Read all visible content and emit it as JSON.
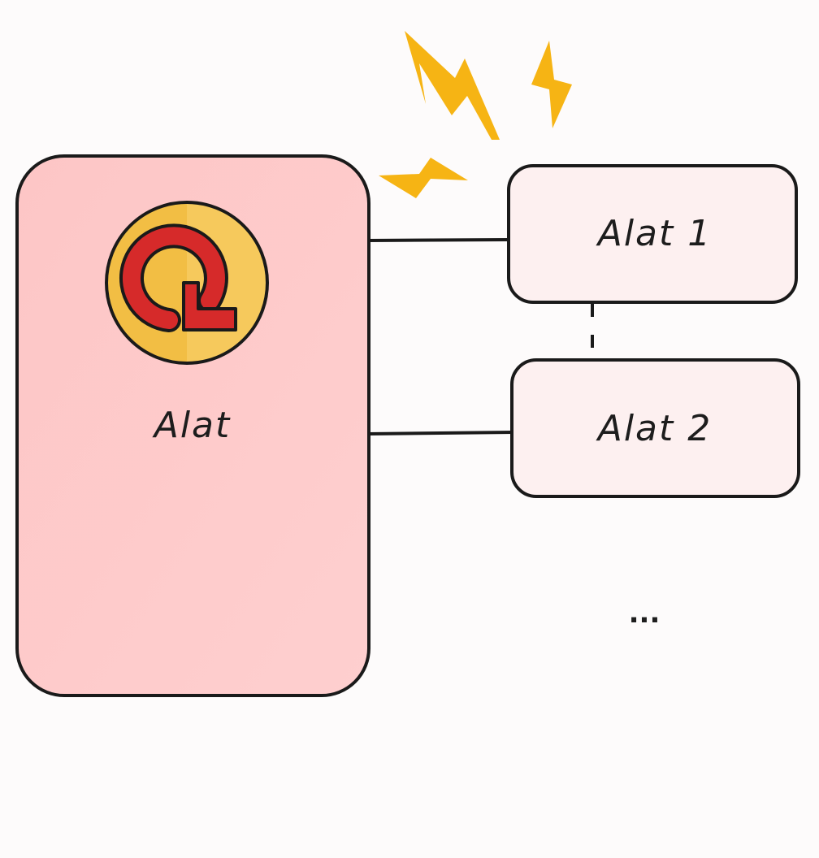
{
  "main_box": {
    "label": "Alat",
    "fill": "#fecaca"
  },
  "tools": [
    {
      "label": "Alat 1"
    },
    {
      "label": "Alat 2"
    }
  ],
  "ellipsis": "...",
  "colors": {
    "main_fill": "#fecaca",
    "tool_fill": "#fdf0f0",
    "stroke": "#1a1a1a",
    "lightning": "#f6b414",
    "icon_circle": "#f3c24b",
    "icon_arrow": "#d62a2a"
  },
  "icons": [
    "lightning-bolt-icon",
    "refresh-arrow-icon"
  ]
}
